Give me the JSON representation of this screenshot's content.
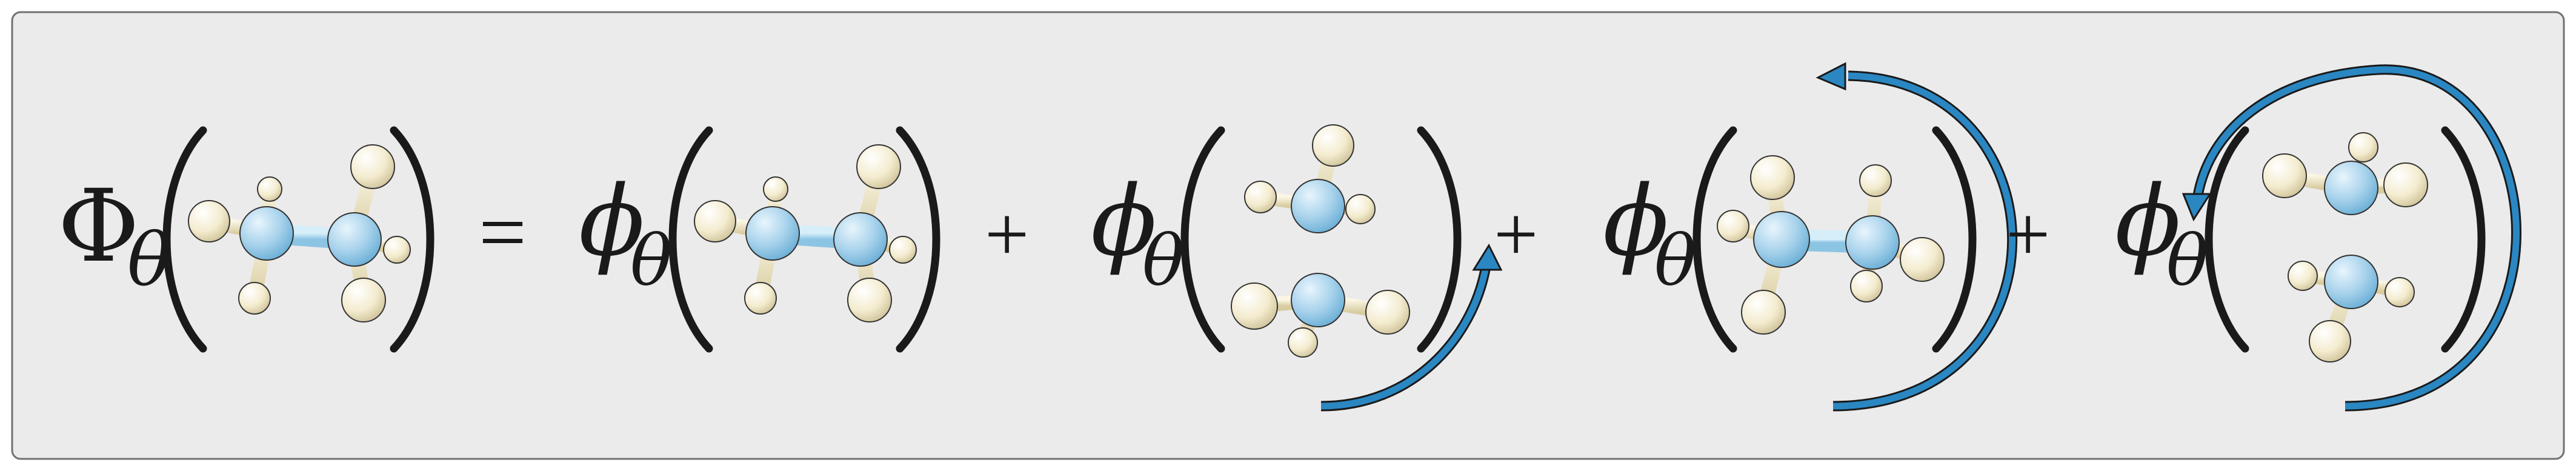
{
  "equation": {
    "lhs": {
      "symbol": "Φ",
      "subscript": "θ"
    },
    "equals": "=",
    "plus": "+",
    "terms": [
      {
        "symbol": "ϕ",
        "subscript": "θ",
        "rotation_deg": 0
      },
      {
        "symbol": "ϕ",
        "subscript": "θ",
        "rotation_deg": 90
      },
      {
        "symbol": "ϕ",
        "subscript": "θ",
        "rotation_deg": 180
      },
      {
        "symbol": "ϕ",
        "subscript": "θ",
        "rotation_deg": 270
      }
    ]
  },
  "colors": {
    "panel_fill": "#ebebeb",
    "panel_stroke": "#707070",
    "carbon": "#a9d3ec",
    "hydrogen": "#f4eccf",
    "bond_carbon": "#b8ddf1",
    "arrow": "#2a87c2",
    "text": "#1a1a1a"
  },
  "molecule": "ethane"
}
